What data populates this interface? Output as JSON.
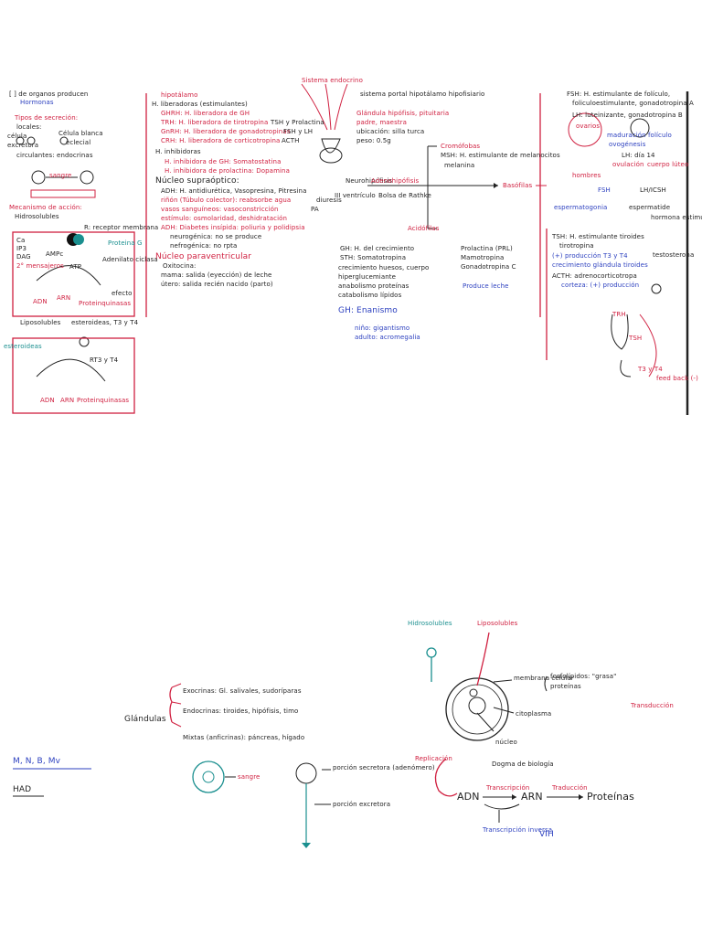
{
  "board1": {
    "col1": [
      "[ ] de organos producen",
      "Hormonas",
      "Tipos de secreción:",
      "locales:",
      "célula",
      "Célula blanca",
      "excretora",
      "eclecial",
      "circulantes: endocrinas",
      "sangre",
      "Mecanismo de acción:",
      "Hidrosolubles",
      "R: receptor membrana",
      "Proteina G",
      "Ca",
      "IP3",
      "DAG",
      "2° mensajeros",
      "AMPc",
      "ATP",
      "Adenilato ciclasa",
      "efecto",
      "ARN",
      "ADN",
      "Proteinquinasas",
      "Liposolubles",
      "esteroideas, T3 y T4",
      "esteroideas",
      "RT3 y T4",
      "ADN",
      "ARN",
      "Proteinquinasas"
    ],
    "col2": [
      "hipotálamo",
      "H. liberadoras (estimulantes)",
      "GHRH: H. liberadora de GH",
      "TRH: H. liberadora de tirotropina",
      "TSH y Prolactina",
      "GnRH: H. liberadora de gonadotropinas",
      "FSH y LH",
      "CRH: H. liberadora de corticotropina",
      "ACTH",
      "H. inhibidoras",
      "H. inhibidora de GH: Somatostatina",
      "H. inhibidora de prolactina: Dopamina",
      "Núcleo supraóptico:",
      "ADH: H. antidiurética, Vasopresina, Pitresina",
      "riñón (Túbulo colector): reabsorbe agua",
      "diuresis",
      "vasos sanguíneos: vasoconstricción",
      "PA",
      "estímulo: osmolaridad, deshidratación",
      "ADH: Diabetes insípida: poliuria y polidipsia",
      "neurogénica: no se produce",
      "nefrogénica: no rpta",
      "Núcleo paraventricular",
      "Oxitocina:",
      "mama: salida (eyección) de leche",
      "útero: salida recién nacido (parto)"
    ],
    "col3": [
      "Sistema endocrino",
      "sistema portal hipotálamo hipofisiario",
      "Glándula hipófisis, pituitaria",
      "padre, maestra",
      "ubicación: silla turca",
      "peso: 0.5g",
      "Neurohipófisis",
      "III ventrículo",
      "Adenohipófisis",
      "Bolsa de Rathke",
      "Cromófobas",
      "MSH: H. estimulante de melanocitos",
      "melanina",
      "Basófilas",
      "Acidófilas",
      "GH: H. del crecimiento",
      "STH: Somatotropina",
      "Prolactina (PRL)",
      "Mamotropina",
      "Gonadotropina C",
      "Produce leche",
      "crecimiento huesos, cuerpo",
      "hiperglucemiante",
      "anabolismo proteínas",
      "catabolismo lípidos",
      "GH: Enanismo",
      "niño: gigantismo",
      "adulto: acromegalia"
    ],
    "col4": [
      "FSH: H. estimulante de folículo,",
      "foliculoestimulante, gonadotropina A",
      "LH: luteinizante, gonadotropina B",
      "ovarios",
      "maduración folículo",
      "ovogénesis",
      "LH: día 14",
      "ovulación",
      "cuerpo lúteo",
      "hombres",
      "FSH",
      "LH/ICSH",
      "espermatogonia",
      "espermatide",
      "hormona estimulante células intersticiales",
      "testosterona",
      "TSH: H. estimulante tiroides",
      "tirotropina",
      "(+) producción T3 y T4",
      "crecimiento glándula tiroides",
      "ACTH: adrenocorticotropa",
      "corteza: (+) producción",
      "TRH",
      "TSH",
      "T3 y T4",
      "feed back (-)"
    ]
  },
  "board2": {
    "left": [
      "Glándulas",
      "Exocrinas: Gl. salivales, sudoríparas",
      "Endocrinas: tiroides, hipófisis, timo",
      "Mixtas (anficrinas): páncreas, hígado",
      "sangre",
      "porción secretora (adenómero)",
      "porción excretora",
      "M, N, B, Mv",
      "HAD"
    ],
    "right": [
      "Hidrosolubles",
      "Liposolubles",
      "membrana celular",
      "fosfolípidos: \"grasa\"",
      "proteínas",
      "citoplasma",
      "núcleo",
      "Transducción",
      "Replicación",
      "Dogma de biología",
      "ADN",
      "Transcripción",
      "ARN",
      "Traducción",
      "Proteínas",
      "Transcripción inversa",
      "VIH"
    ]
  }
}
